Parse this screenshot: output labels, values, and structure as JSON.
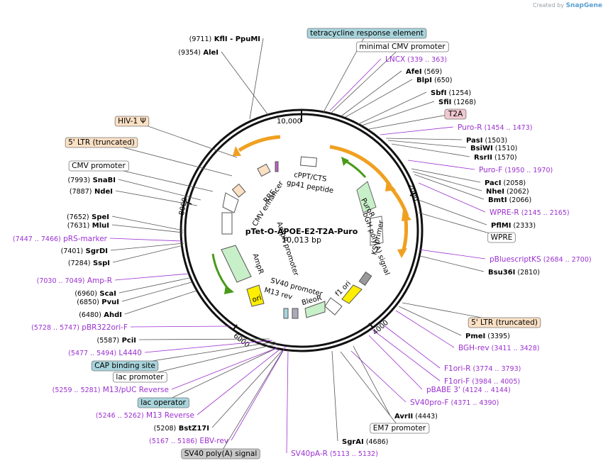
{
  "credit": {
    "prefix": "Created by",
    "brand": "SnapGene"
  },
  "plasmid": {
    "name": "pTet-O-APOE-E2-T2A-Puro",
    "size_label": "10,013 bp",
    "length": 10013
  },
  "ticks": [
    "2000",
    "4000",
    "6000",
    "8000",
    "10,000"
  ],
  "features_inner": [
    {
      "label": "cPPT/CTS"
    },
    {
      "label": "gp41 peptide"
    },
    {
      "label": "RRE"
    },
    {
      "label": "CMV enhancer"
    },
    {
      "label": "AmpR promoter"
    },
    {
      "label": "AmpR"
    },
    {
      "label": "ori"
    },
    {
      "label": "SV40 promoter"
    },
    {
      "label": "M13 rev"
    },
    {
      "label": "BleoR"
    },
    {
      "label": "f1 ori"
    },
    {
      "label": "KS primer"
    },
    {
      "label": "bGH poly(A) signal"
    },
    {
      "label": "PuroR"
    }
  ],
  "labels": [
    {
      "pos": "(9711)",
      "name": "KflI",
      "extra": "- PpuMI",
      "kind": "enzyme"
    },
    {
      "pos": "(9354)",
      "name": "AleI",
      "kind": "enzyme"
    },
    {
      "name": "tetracycline response element",
      "kind": "box-blue"
    },
    {
      "name": "minimal CMV promoter",
      "kind": "box"
    },
    {
      "name": "LNCX",
      "pos": "(339 .. 363)",
      "kind": "primer"
    },
    {
      "name": "AfeI",
      "pos": "(569)",
      "kind": "enzyme-r"
    },
    {
      "name": "BlpI",
      "pos": "(650)",
      "kind": "enzyme-r"
    },
    {
      "name": "SbfI",
      "pos": "(1254)",
      "kind": "enzyme-r"
    },
    {
      "name": "SfiI",
      "pos": "(1268)",
      "kind": "enzyme-r"
    },
    {
      "name": "T2A",
      "kind": "box-pink"
    },
    {
      "name": "Puro-R",
      "pos": "(1454 .. 1473)",
      "kind": "primer"
    },
    {
      "name": "PasI",
      "pos": "(1503)",
      "kind": "enzyme-r"
    },
    {
      "name": "BsiWI",
      "pos": "(1510)",
      "kind": "enzyme-r"
    },
    {
      "name": "RsrII",
      "pos": "(1570)",
      "kind": "enzyme-r"
    },
    {
      "name": "Puro-F",
      "pos": "(1950 .. 1970)",
      "kind": "primer"
    },
    {
      "name": "PacI",
      "pos": "(2058)",
      "kind": "enzyme-r"
    },
    {
      "name": "NheI",
      "pos": "(2062)",
      "kind": "enzyme-r"
    },
    {
      "name": "BmtI",
      "pos": "(2066)",
      "kind": "enzyme-r"
    },
    {
      "name": "WPRE-R",
      "pos": "(2145 .. 2165)",
      "kind": "primer"
    },
    {
      "name": "PflMI",
      "pos": "(2333)",
      "kind": "enzyme-r"
    },
    {
      "name": "WPRE",
      "kind": "box"
    },
    {
      "name": "pBluescriptKS",
      "pos": "(2684 .. 2700)",
      "kind": "primer"
    },
    {
      "name": "Bsu36I",
      "pos": "(2810)",
      "kind": "enzyme-r"
    },
    {
      "name": "5' LTR (truncated)",
      "kind": "box-orange"
    },
    {
      "name": "PmeI",
      "pos": "(3395)",
      "kind": "enzyme-r"
    },
    {
      "name": "BGH-rev",
      "pos": "(3411 .. 3428)",
      "kind": "primer"
    },
    {
      "name": "F1ori-R",
      "pos": "(3774 .. 3793)",
      "kind": "primer"
    },
    {
      "name": "F1ori-F",
      "pos": "(3984 .. 4005)",
      "kind": "primer"
    },
    {
      "name": "pBABE 3'",
      "pos": "(4124 .. 4144)",
      "kind": "primer"
    },
    {
      "name": "SV40pro-F",
      "pos": "(4371 .. 4390)",
      "kind": "primer"
    },
    {
      "name": "AvrII",
      "pos": "(4443)",
      "kind": "enzyme-r"
    },
    {
      "name": "EM7 promoter",
      "kind": "box"
    },
    {
      "name": "SgrAI",
      "pos": "(4686)",
      "kind": "enzyme-r"
    },
    {
      "name": "SV40pA-R",
      "pos": "(5113 .. 5132)",
      "kind": "primer"
    },
    {
      "name": "SV40 poly(A) signal",
      "kind": "box-gray"
    },
    {
      "name": "EBV-rev",
      "pos": "(5167 .. 5186)",
      "kind": "primer-l"
    },
    {
      "name": "BstZ17I",
      "pos": "(5208)",
      "kind": "enzyme-l"
    },
    {
      "name": "M13 Reverse",
      "pos": "(5246 .. 5262)",
      "kind": "primer-l"
    },
    {
      "name": "lac operator",
      "kind": "box-blue"
    },
    {
      "name": "M13/pUC Reverse",
      "pos": "(5259 .. 5281)",
      "kind": "primer-l"
    },
    {
      "name": "lac promoter",
      "kind": "box"
    },
    {
      "name": "CAP binding site",
      "kind": "box-blue"
    },
    {
      "name": "L4440",
      "pos": "(5477 .. 5494)",
      "kind": "primer-l"
    },
    {
      "name": "PciI",
      "pos": "(5587)",
      "kind": "enzyme-l"
    },
    {
      "name": "pBR322ori-F",
      "pos": "(5728 .. 5747)",
      "kind": "primer-l"
    },
    {
      "name": "AhdI",
      "pos": "(6480)",
      "kind": "enzyme-l"
    },
    {
      "name": "PvuI",
      "pos": "(6850)",
      "kind": "enzyme-l"
    },
    {
      "name": "ScaI",
      "pos": "(6960)",
      "kind": "enzyme-l"
    },
    {
      "name": "Amp-R",
      "pos": "(7030 .. 7049)",
      "kind": "primer-l"
    },
    {
      "name": "SspI",
      "pos": "(7284)",
      "kind": "enzyme-l"
    },
    {
      "name": "SgrDI",
      "pos": "(7401)",
      "kind": "enzyme-l"
    },
    {
      "name": "pRS-marker",
      "pos": "(7447 .. 7466)",
      "kind": "primer-l"
    },
    {
      "name": "MluI",
      "pos": "(7631)",
      "kind": "enzyme-l"
    },
    {
      "name": "SpeI",
      "pos": "(7652)",
      "kind": "enzyme-l"
    },
    {
      "name": "NdeI",
      "pos": "(7887)",
      "kind": "enzyme-l"
    },
    {
      "name": "SnaBI",
      "pos": "(7993)",
      "kind": "enzyme-l"
    },
    {
      "name": "CMV promoter",
      "kind": "box"
    },
    {
      "name": "5' LTR (truncated)",
      "kind": "box-orange"
    },
    {
      "name": "HIV-1 Ψ",
      "kind": "box-orange"
    }
  ],
  "colors": {
    "backbone": "#111111",
    "primer": "#9b30d0",
    "enzyme": "#000000",
    "orange_arrow": "#f0a020",
    "green_arrow": "#4a9a1a",
    "ampr": "#c8f0c8",
    "ori": "#ffee00",
    "box_blue": "#a8d4dc",
    "box_orange": "#fbe0c4",
    "box_pink": "#f0c8d0",
    "box_gray": "#c8c8c8"
  }
}
